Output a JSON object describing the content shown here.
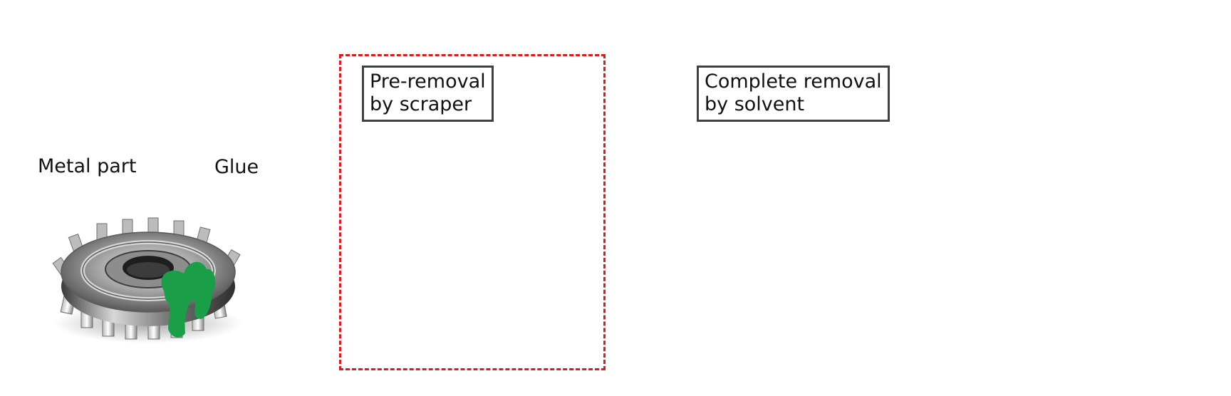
{
  "labels": {
    "metal_part": "Metal part",
    "glue": "Glue"
  },
  "steps": [
    {
      "line1": "Pre-removal",
      "line2": "by scraper"
    },
    {
      "line1": "Complete removal",
      "line2": "by solvent"
    }
  ],
  "colors": {
    "arrow": "#5b9bd5",
    "highlight_border": "#e01a1a",
    "glue": "#1a9e48",
    "solvent": "#f8b500",
    "spark": "#f8b500",
    "box_border": "#404040"
  },
  "icons": [
    "gear-icon",
    "glue-blob-icon",
    "scraper-icon",
    "spark-icon",
    "bottle-icon",
    "solvent-stream-icon",
    "flow-arrow-icon"
  ]
}
